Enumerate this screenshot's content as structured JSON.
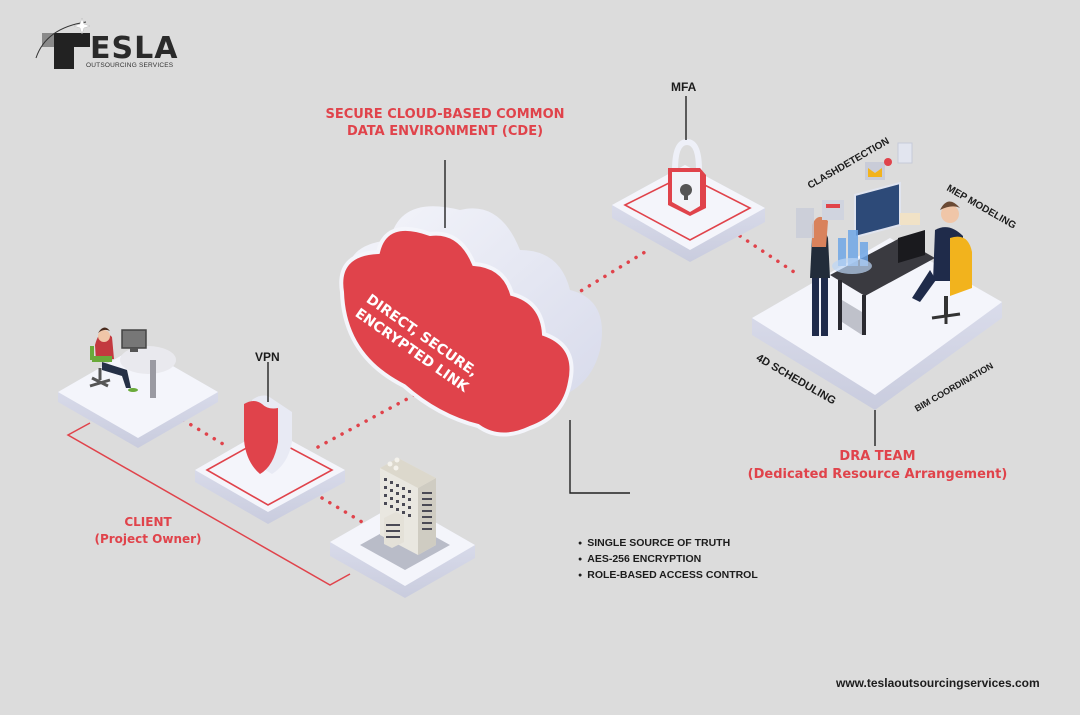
{
  "brand": {
    "logo_letter": "T",
    "logo_word": "ESLA",
    "logo_tagline": "OUTSOURCING SERVICES",
    "website": "www.teslaoutsourcingservices.com"
  },
  "colors": {
    "background": "#dcdcdc",
    "accent_red": "#e0434b",
    "platform_white": "#f4f5fb",
    "text_dark": "#1c1c1c"
  },
  "cloud": {
    "title_line1": "SECURE CLOUD-BASED COMMON",
    "title_line2": "DATA ENVIRONMENT (CDE)",
    "inner_line1": "DIRECT, SECURE,",
    "inner_line2": "ENCRYPTED LINK",
    "features": [
      "SINGLE SOURCE OF TRUTH",
      "AES-256 ENCRYPTION",
      "ROLE-BASED ACCESS CONTROL"
    ]
  },
  "nodes": {
    "mfa_label": "MFA",
    "vpn_label": "VPN",
    "client_title": "CLIENT",
    "client_subtitle": "(Project Owner)",
    "dra_title": "DRA TEAM",
    "dra_subtitle": "(Dedicated Resource Arrangement)"
  },
  "dra_services": {
    "clash": "CLASHDETECTION",
    "mep": "MEP MODELING",
    "scheduling": "4D SCHEDULING",
    "bim": "BIM COORDINATION"
  },
  "icons": {
    "mfa": "padlock-icon",
    "vpn": "shield-icon",
    "client": "person-at-desk-icon",
    "building": "office-building-icon",
    "cloud": "cloud-icon",
    "team": "team-workstation-icon"
  }
}
